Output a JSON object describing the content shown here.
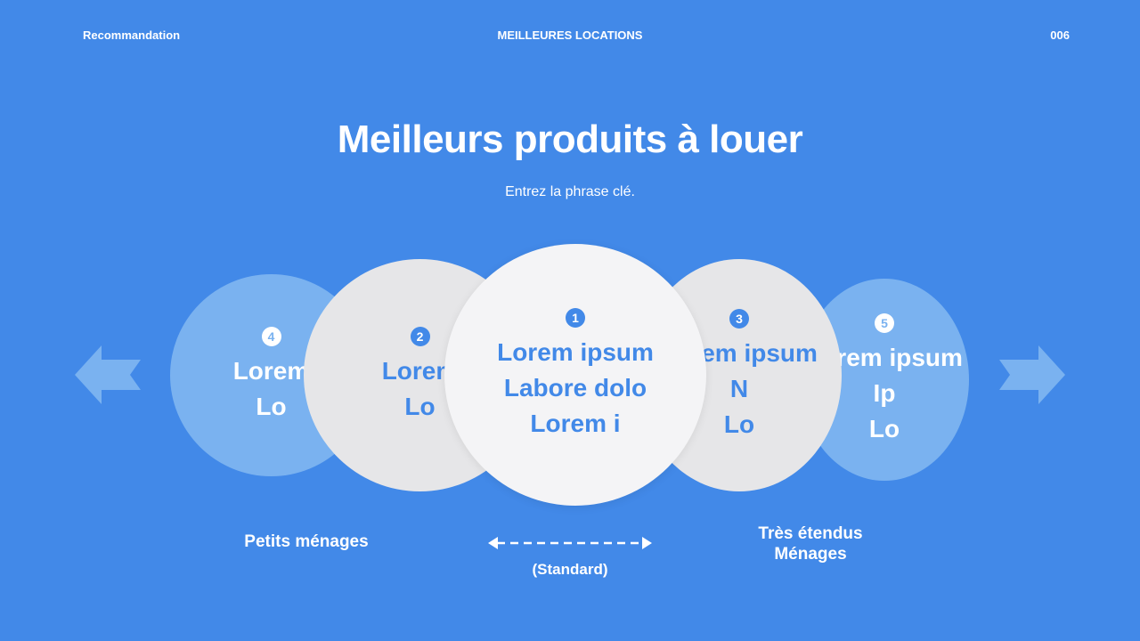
{
  "header": {
    "left": "Recommandation",
    "center": "MEILLEURES LOCATIONS",
    "right": "006"
  },
  "title": "Meilleurs produits à louer",
  "subtitle": "Entrez la phrase clé.",
  "circles": [
    {
      "rank": "1",
      "lines": [
        "Lorem ipsum",
        "Labore dolo",
        "Lorem i"
      ]
    },
    {
      "rank": "2",
      "lines": [
        "Lorem",
        "Lo"
      ]
    },
    {
      "rank": "3",
      "lines": [
        "Lorem ipsum",
        "N",
        "Lo"
      ]
    },
    {
      "rank": "4",
      "lines": [
        "Lorem",
        "Lo"
      ]
    },
    {
      "rank": "5",
      "lines": [
        "Lorem ipsum",
        "Ip",
        "Lo"
      ]
    }
  ],
  "labels": {
    "left": "Petits ménages",
    "center": "(Standard)",
    "right_line1": "Très étendus",
    "right_line2": "Ménages"
  },
  "colors": {
    "background": "#4289e8",
    "circle_light": "#7ab2f0",
    "circle_grey": "#e6e6e8",
    "circle_white": "#f4f4f6",
    "arrow": "#7ab2f0"
  },
  "icons": {
    "left": "arrow-left-icon",
    "right": "arrow-right-icon",
    "range": "double-arrow-icon"
  }
}
